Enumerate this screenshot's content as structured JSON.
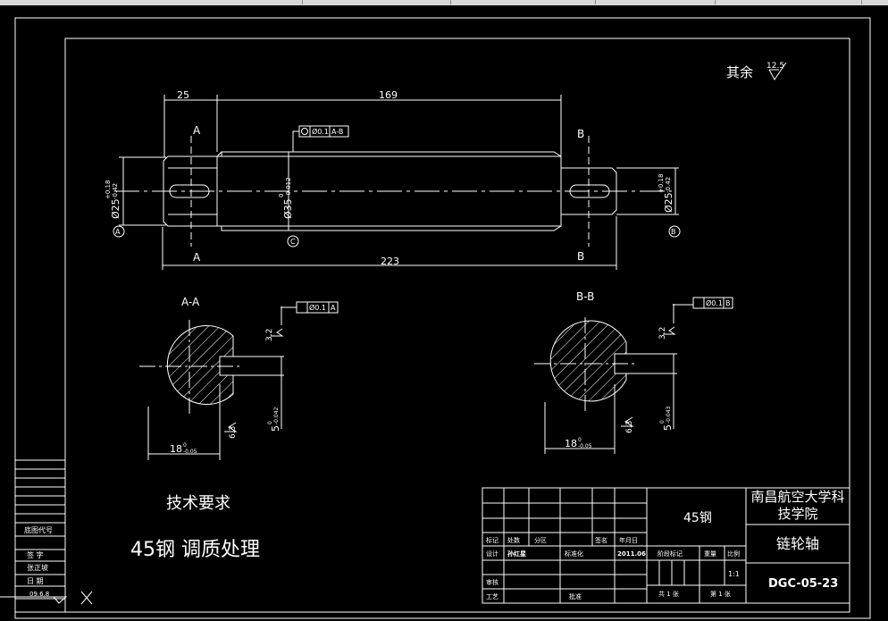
{
  "note": {
    "label": "其余",
    "roughness": "12.5"
  },
  "main_view": {
    "dim_left": "25",
    "dim_middle": "169",
    "dim_total": "223",
    "section_a_top": "A",
    "section_a_bottom": "A",
    "section_b_top": "B",
    "section_b_bottom": "B",
    "datum_a": "A",
    "datum_b": "B",
    "datum_c": "C",
    "runout_tol": "Ø0.1",
    "runout_ref": "A-B",
    "dia_left": "Ø25",
    "dia_left_upper": "+0.18",
    "dia_left_lower": "-0.42",
    "dia_mid": "Ø35",
    "dia_mid_upper": "0",
    "dia_mid_lower": "-0.012",
    "dia_right": "Ø25",
    "dia_right_upper": "+0.18",
    "dia_right_lower": "-0.42"
  },
  "section_aa": {
    "title": "A-A",
    "sym_tol": "Ø0.1",
    "sym_ref": "A",
    "rough_a": "3.2",
    "rough_b": "6.3",
    "width_dim": "18",
    "width_upper": "0",
    "width_lower": "-0.05",
    "depth_dim": "5",
    "depth_upper": "0",
    "depth_lower": "-0.042"
  },
  "section_bb": {
    "title": "B-B",
    "sym_tol": "Ø0.1",
    "sym_ref": "B",
    "rough_a": "3.2",
    "rough_b": "6.3",
    "width_dim": "18",
    "width_upper": "0",
    "width_lower": "-0.05",
    "depth_dim": "5",
    "depth_upper": "0",
    "depth_lower": "-0.043"
  },
  "requirements": {
    "heading": "技术要求",
    "line": "45钢  调质处理"
  },
  "side_table": {
    "rows": [
      "底图代号",
      "签 字",
      "张正坡",
      "日 期",
      "09.6.8"
    ]
  },
  "title_block": {
    "material": "45钢",
    "school": "南昌航空大学科技学院",
    "part_name": "链轮轴",
    "drawing_no": "DGC-05-23",
    "headers": [
      "标记",
      "处数",
      "分区",
      "签名",
      "年月日"
    ],
    "design": "设计",
    "designer": "孙红星",
    "standard": "标准化",
    "date": "2011.06",
    "stage": "阶段标记",
    "weight": "重量",
    "scale_label": "比例",
    "scale": "1:1",
    "review": "审核",
    "process": "工艺",
    "approve": "批准",
    "total_sheets": "共 1 张",
    "sheet_no": "第 1 张"
  }
}
